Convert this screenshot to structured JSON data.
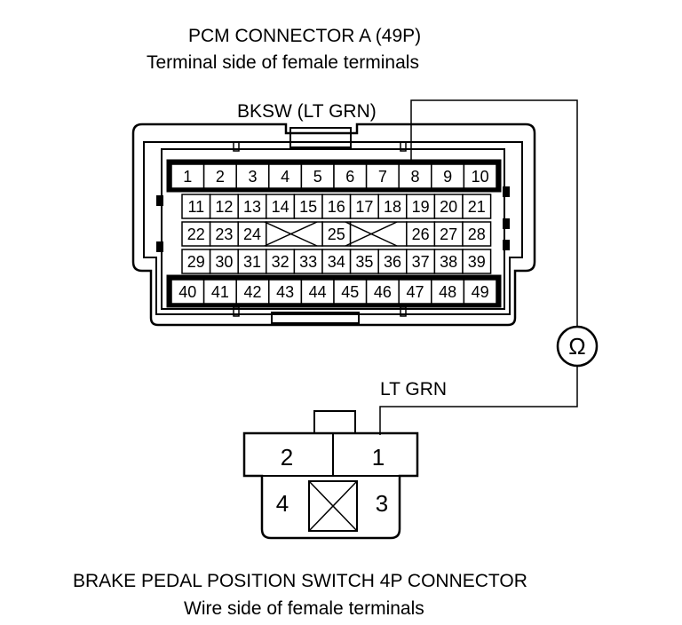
{
  "pcm_connector": {
    "title": "PCM CONNECTOR A (49P)",
    "subtitle": "Terminal side of female terminals",
    "wire_label": "BKSW (LT GRN)",
    "rows": [
      [
        "1",
        "2",
        "3",
        "4",
        "5",
        "6",
        "7",
        "8",
        "9",
        "10"
      ],
      [
        "11",
        "12",
        "13",
        "14",
        "15",
        "16",
        "17",
        "18",
        "19",
        "20",
        "21"
      ],
      [
        "22",
        "23",
        "24",
        "25",
        "26",
        "27",
        "28"
      ],
      [
        "29",
        "30",
        "31",
        "32",
        "33",
        "34",
        "35",
        "36",
        "37",
        "38",
        "39"
      ],
      [
        "40",
        "41",
        "42",
        "43",
        "44",
        "45",
        "46",
        "47",
        "48",
        "49"
      ]
    ]
  },
  "meter": {
    "symbol": "Ω"
  },
  "switch_connector": {
    "wire_label": "LT GRN",
    "title": "BRAKE PEDAL POSITION SWITCH 4P CONNECTOR",
    "subtitle": "Wire side of female terminals",
    "terminals": [
      "1",
      "2",
      "3",
      "4"
    ]
  }
}
